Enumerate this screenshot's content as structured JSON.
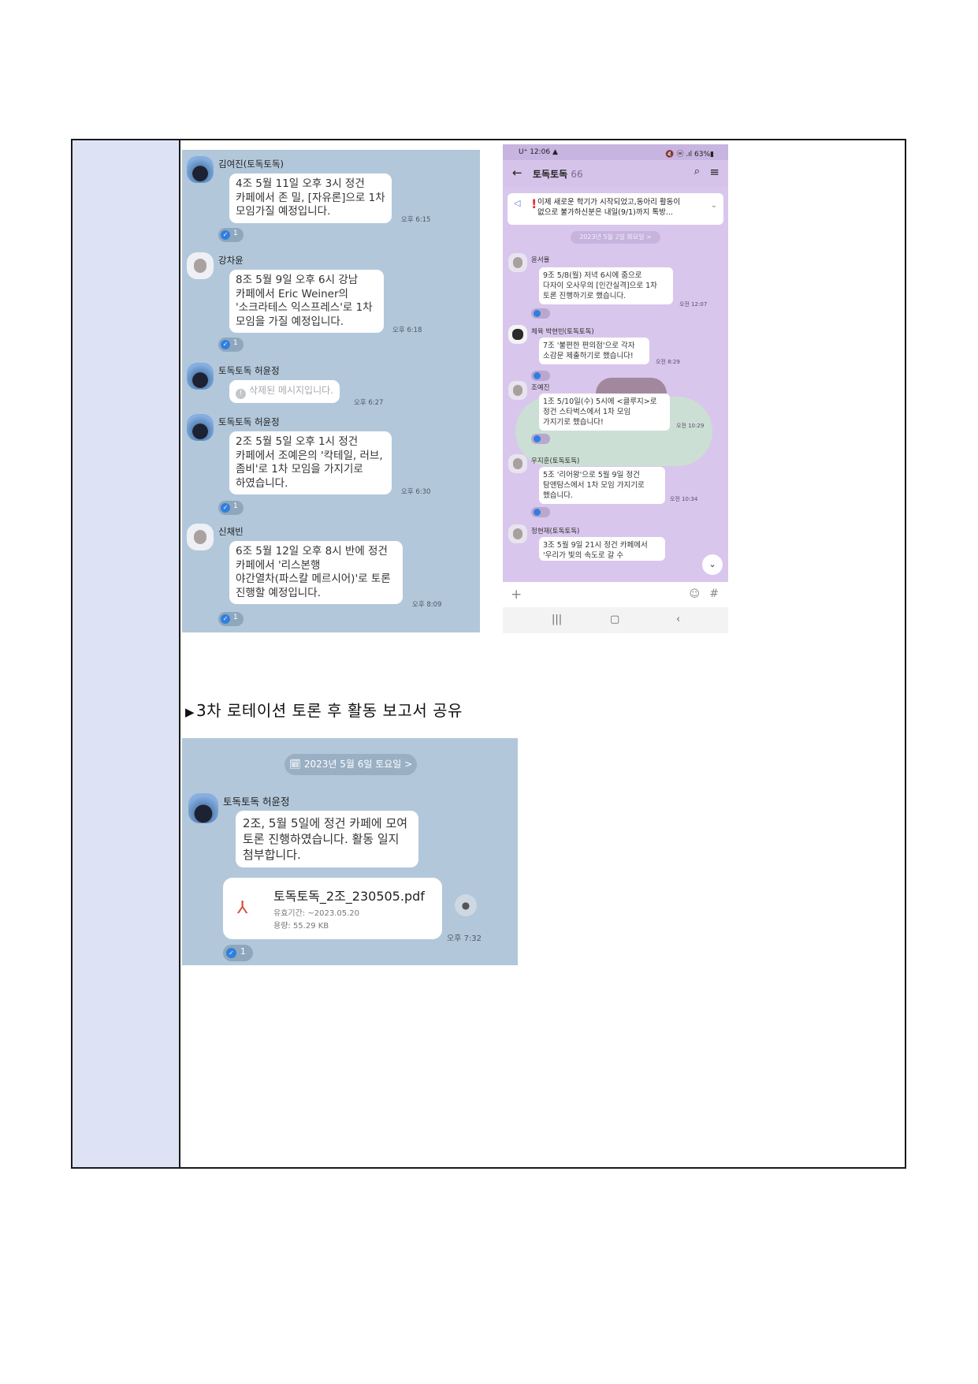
{
  "chat1": {
    "messages": [
      {
        "sender": "김여진(토독토독)",
        "text": "4조 5월 11일 오후 3시 정건\n카페에서 존 밀, [자유론]으로 1차\n모임가질 예정입니다.",
        "time": "오후 6:15",
        "read": "1"
      },
      {
        "sender": "강차윤",
        "text": "8조 5월 9일 오후 6시 강남\n카페에서 Eric Weiner의\n'소크라테스 익스프레스'로 1차\n모임을 가질 예정입니다.",
        "time": "오후 6:18",
        "read": "1"
      },
      {
        "sender": "토독토독 허윤정",
        "text": "삭제된 메시지입니다.",
        "time": "오후 6:27"
      },
      {
        "sender": "토독토독 허윤정",
        "text": "2조 5월 5일 오후 1시 정건\n카페에서 조예은의 '칵테일, 러브,\n좀비'로 1차 모임을 가지기로\n하였습니다.",
        "time": "오후 6:30",
        "read": "1"
      },
      {
        "sender": "신채빈",
        "text": "6조 5월 12일 오후 8시 반에 정건\n카페에서 '리스본행\n야간열차(파스칼 메르시어)'로 토론\n진행할 예정입니다.",
        "time": "오후 8:09",
        "read": "1"
      }
    ]
  },
  "phone": {
    "status_left": "U⁺ 12:06 ▲",
    "status_right": "🔇 ⓦ .ıl 63%▮",
    "title": "토독토독",
    "member_count": "66",
    "notice": "이제 새로운 학기가 시작되었고,동아리 활동이\n없으로 불가하신분은 내일(9/1)까지 톡방...",
    "date": "2023년 5월 2일 화요일 >",
    "messages": [
      {
        "sender": "윤서율",
        "text": "9조 5/8(월) 저녁 6시에 줌으로\n다자이 오사무의 [인간실격]으로 1차\n토론 진행하기로 했습니다.",
        "time": "오전 12:07"
      },
      {
        "sender": "체육 박현빈(토독토독)",
        "text": "7조 '불편한 편의점'으로 각자\n소감문 제출하기로 했습니다!",
        "time": "오전 8:29"
      },
      {
        "sender": "조예진",
        "text": "1조 5/10일(수) 5시에 <클루지>로\n정건 스타벅스에서 1차 모임\n가지기로 했습니다!",
        "time": "오전 10:29"
      },
      {
        "sender": "우지훈(토독토독)",
        "text": "5조 '리어왕'으로 5월 9일 정건\n탐앤탐스에서 1차 모임 가지기로\n했습니다.",
        "time": "오전 10:34"
      },
      {
        "sender": "정현재(토독토독)",
        "text": "3조 5월 9일 21시 정건 카페에서\n'우리가 빛의 속도로 갈 수",
        "time": ""
      }
    ]
  },
  "heading": {
    "marker": "▶",
    "text": "3차 로테이션 토론 후 활동 보고서 공유"
  },
  "report": {
    "date": "🗓 2023년 5월 6일 토요일 >",
    "sender": "토독토독 허윤정",
    "text": "2조, 5월 5일에 정건 카페에 모여\n토론 진행하였습니다. 활동 일지\n첨부합니다.",
    "file_name": "토독토독_2조_230505.pdf",
    "file_expiry": "유효기간: ~2023.05.20",
    "file_size": "용량: 55.29 KB",
    "time": "오후 7:32",
    "read": "1"
  }
}
